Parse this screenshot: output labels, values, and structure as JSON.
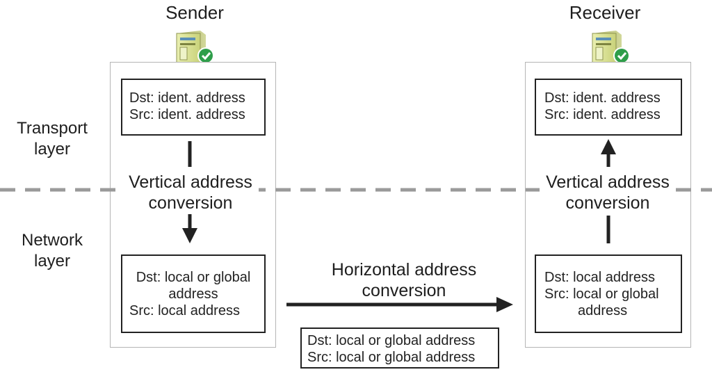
{
  "sender": {
    "title": "Sender",
    "transport_box": [
      "Dst: ident. address",
      "Src: ident. address"
    ],
    "network_box": [
      "Dst: local or global",
      "address",
      "Src: local address"
    ],
    "conversion": [
      "Vertical address",
      "conversion"
    ]
  },
  "receiver": {
    "title": "Receiver",
    "transport_box": [
      "Dst: ident. address",
      "Src: ident. address"
    ],
    "network_box": [
      "Dst: local address",
      "Src: local or global",
      "address"
    ],
    "conversion": [
      "Vertical address",
      "conversion"
    ]
  },
  "layers": {
    "transport": [
      "Transport",
      "layer"
    ],
    "network": [
      "Network",
      "layer"
    ]
  },
  "horizontal": {
    "label": [
      "Horizontal address",
      "conversion"
    ],
    "packet": [
      "Dst: local or global address",
      "Src: local or global address"
    ]
  },
  "icons": {
    "server": "server-ok-icon"
  },
  "colors": {
    "dash": "#9a9a9a",
    "arrow": "#222222",
    "panel_border": "#b5b5b5",
    "check": "#2e9e4a"
  }
}
